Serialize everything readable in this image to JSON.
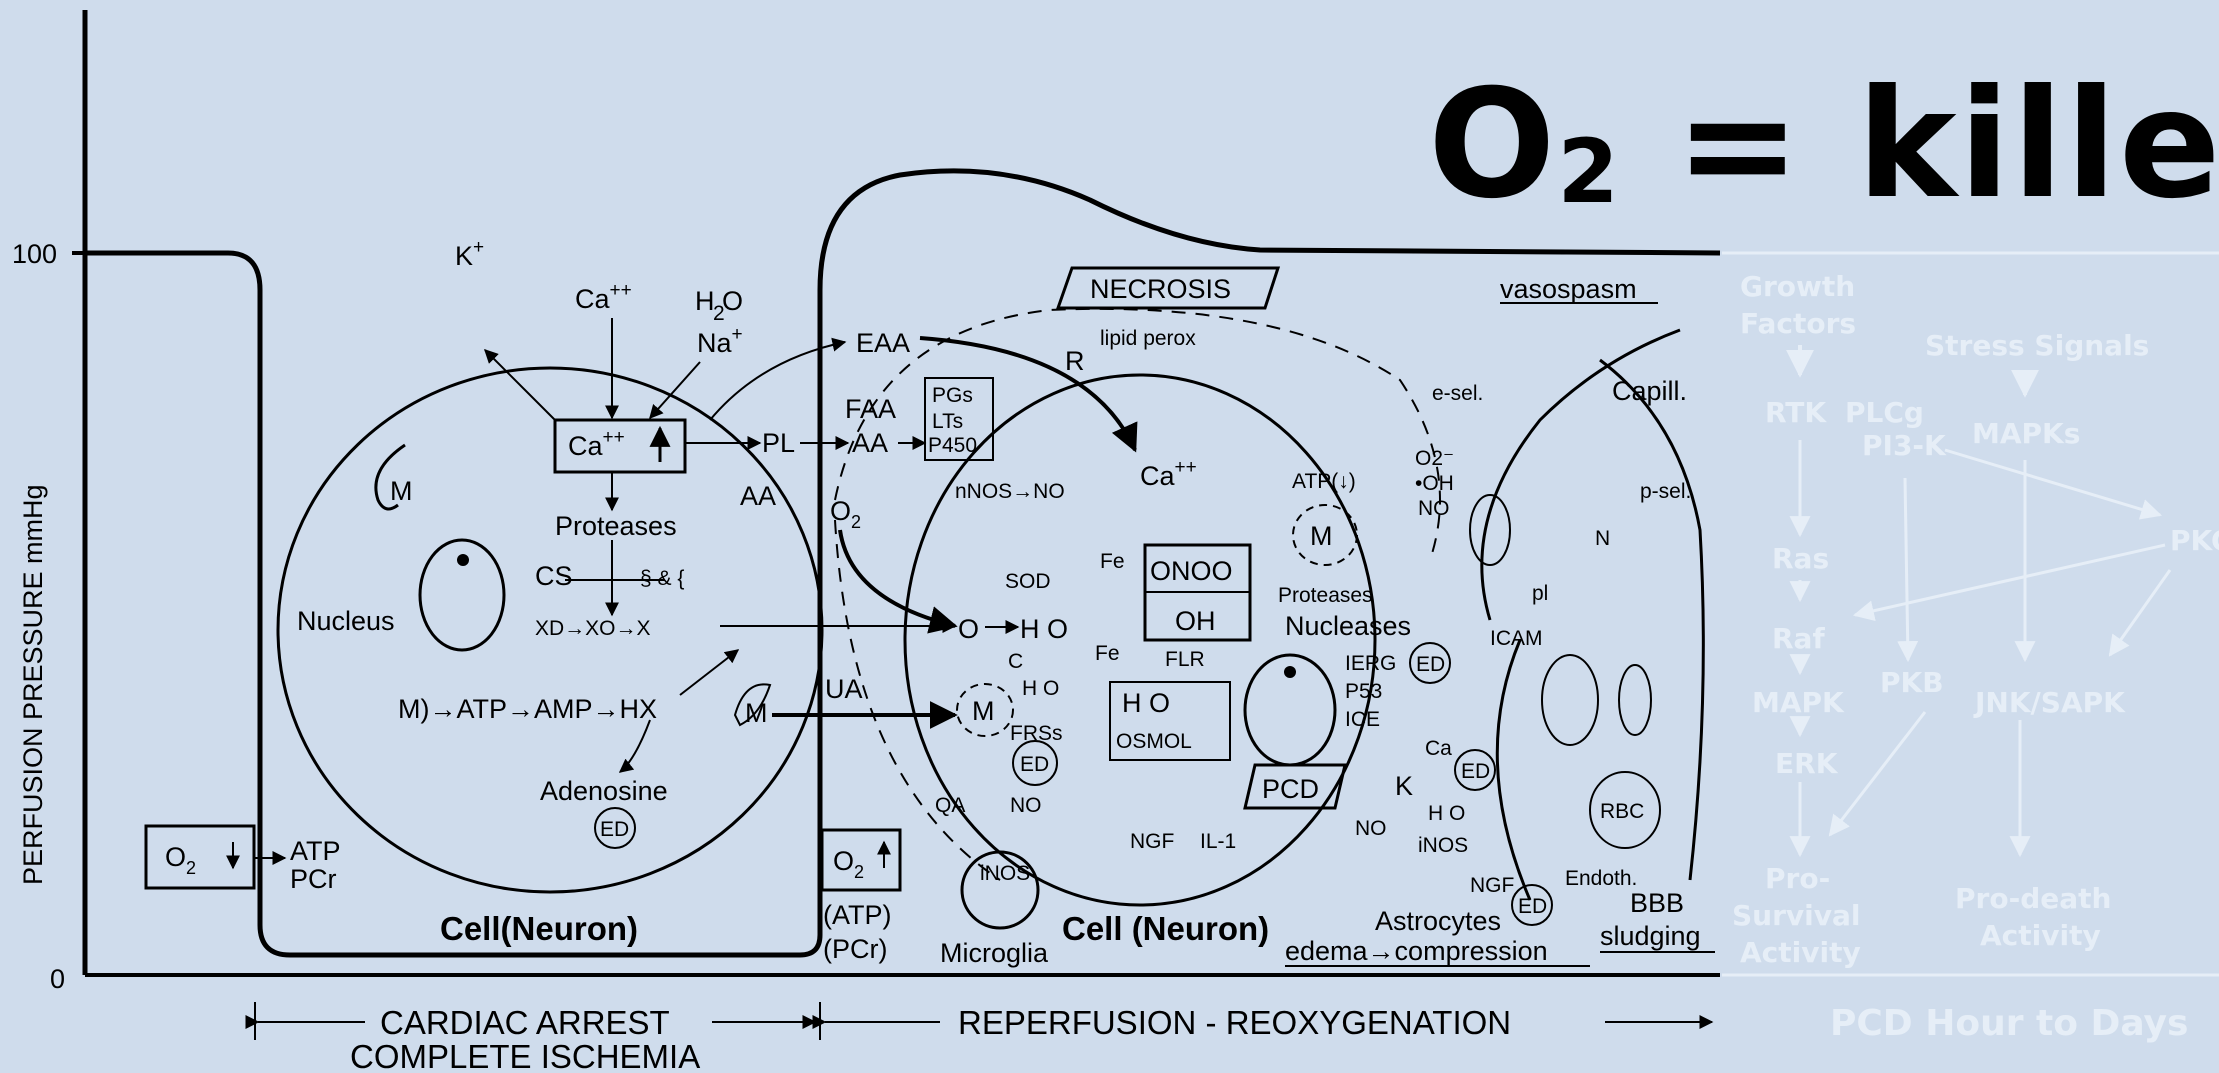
{
  "title": {
    "main": "O",
    "sub": "2",
    "rest": " = killer"
  },
  "axes": {
    "y_label": "PERFUSION PRESSURE mmHg",
    "y_tick_top": "100",
    "y_tick_bottom": "0",
    "x_label_left_1": "CARDIAC ARREST",
    "x_label_left_2": "COMPLETE ISCHEMIA",
    "x_label_right": "REPERFUSION - REOXYGENATION"
  },
  "left_cell": {
    "k": "K",
    "k_sup": "+",
    "ca": "Ca",
    "ca_sup": "++",
    "h2o": "H O",
    "h2o_sub": "2",
    "na": "Na",
    "na_sup": "+",
    "ca_box": "Ca",
    "ca_box_sup": "++",
    "pl": "PL",
    "aa": "AA",
    "m1": "M",
    "proteases": "Proteases",
    "cs": "CS",
    "nucleus": "Nucleus",
    "xd_chain": "XD→XO→X",
    "atp_chain": "M)→ATP→AMP→HX",
    "m2": "M",
    "adenosine": "Adenosine",
    "ed": "ED",
    "o2_box": "O",
    "o2_box_sub": "2",
    "atp_down": "ATP",
    "pcr_down": "PCr",
    "cell_label": "Cell(Neuron)"
  },
  "right_cell": {
    "necrosis": "NECROSIS",
    "lipid_perox": "lipid perox",
    "eaa": "EAA",
    "faa": "FAA",
    "aa": "AA",
    "pgs": "PGs",
    "lts": "LTs",
    "p450": "P450",
    "r": "R",
    "o2": "O",
    "o2_sub": "2",
    "nnos": "nNOS→NO",
    "ca_up": "Ca",
    "ca_up_sup": "++",
    "sod": "SOD",
    "o2_rad": "O",
    "h2o2": "H O",
    "fe2": "Fe",
    "fe3": "Fe",
    "onoo": "ONOO",
    "oh": "OH",
    "flr": "FLR",
    "c": "C",
    "h2o_small": "H O",
    "h2o_box": "H O",
    "osmol": "OSMOL",
    "ua": "UA",
    "m": "M",
    "frss": "FRSs",
    "ed": "ED",
    "atp_paren": "ATP(↓)",
    "m_mito": "M",
    "proteases": "Proteases",
    "nucleases": "Nucleases",
    "ierg": "IERG",
    "p53": "P53",
    "ice": "ICE",
    "pcd": "PCD",
    "ed2": "ED",
    "ngf": "NGF",
    "il1": "IL-1",
    "qa": "QA",
    "no": "NO",
    "inos": "iNOS",
    "o2_up": "O",
    "o2_up_sub": "2",
    "atp_right": "(ATP)",
    "pcr_right": "(PCr)",
    "microglia": "Microglia",
    "cell_label": "Cell (Neuron)",
    "vasospasm": "vasospasm",
    "esel": "e-sel.",
    "o2_rad2": "O2⁻",
    "oh2": "•OH",
    "no2": "NO",
    "capill": "Capill.",
    "psel": "p-sel.",
    "n": "N",
    "pl": "pl",
    "icam": "ICAM",
    "k_plus": "K",
    "ca2": "Ca",
    "ed3": "ED",
    "no3": "NO",
    "h2o_up": "H O",
    "inos2": "iNOS",
    "ngf2": "NGF",
    "ed4": "ED",
    "astrocytes": "Astrocytes",
    "edema": "edema→compression",
    "rbc": "RBC",
    "endoth": "Endoth.",
    "bbb": "BBB",
    "sludging": "sludging"
  },
  "pathway": {
    "growth_factors_1": "Growth",
    "growth_factors_2": "Factors",
    "stress_signals": "Stress Signals",
    "rtk": "RTK",
    "plcg": "PLCg",
    "pi3k": "PI3-K",
    "mapks": "MAPKs",
    "pkc": "PKC",
    "ras": "Ras",
    "raf": "Raf",
    "mapk": "MAPK",
    "erk": "ERK",
    "pkb": "PKB",
    "jnk": "JNK/SAPK",
    "pro_survival_1": "Pro-",
    "pro_survival_2": "Survival",
    "pro_survival_3": "Activity",
    "pro_death_1": "Pro-death",
    "pro_death_2": "Activity",
    "pcd_time": "PCD Hour to Days"
  },
  "colors": {
    "background": "#cfdcec",
    "ghost": "#e6eef7",
    "ink": "#000000"
  }
}
